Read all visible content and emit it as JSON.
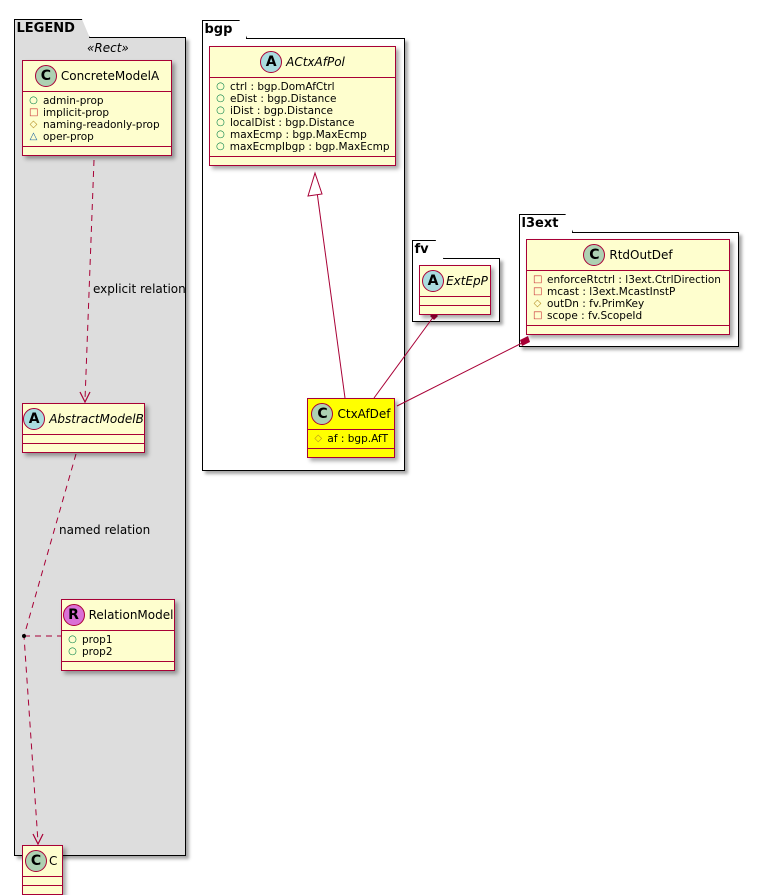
{
  "packages": {
    "legend": {
      "name": "LEGEND",
      "stereotype": "«Rect»"
    },
    "bgp": {
      "name": "bgp"
    },
    "fv": {
      "name": "fv"
    },
    "l3ext": {
      "name": "l3ext"
    }
  },
  "classes": {
    "concrete_model_a": {
      "badge": "C",
      "name": "ConcreteModelA",
      "attributes": [
        {
          "visibility": "public",
          "symbol": "○",
          "text": "admin-prop"
        },
        {
          "visibility": "private",
          "symbol": "□",
          "text": "implicit-prop"
        },
        {
          "visibility": "protected",
          "symbol": "◇",
          "text": "naming-readonly-prop"
        },
        {
          "visibility": "package",
          "symbol": "△",
          "text": "oper-prop"
        }
      ]
    },
    "abstract_model_b": {
      "badge": "A",
      "name": "AbstractModelB"
    },
    "relation_model": {
      "badge": "R",
      "name": "RelationModel",
      "attributes": [
        {
          "visibility": "public",
          "symbol": "○",
          "text": "prop1"
        },
        {
          "visibility": "public",
          "symbol": "○",
          "text": "prop2"
        }
      ]
    },
    "c": {
      "badge": "C",
      "name": "C"
    },
    "actx_af_pol": {
      "badge": "A",
      "name": "ACtxAfPol",
      "attributes": [
        {
          "visibility": "public",
          "symbol": "○",
          "text": "ctrl : bgp.DomAfCtrl"
        },
        {
          "visibility": "public",
          "symbol": "○",
          "text": "eDist : bgp.Distance"
        },
        {
          "visibility": "public",
          "symbol": "○",
          "text": "iDist : bgp.Distance"
        },
        {
          "visibility": "public",
          "symbol": "○",
          "text": "localDist : bgp.Distance"
        },
        {
          "visibility": "public",
          "symbol": "○",
          "text": "maxEcmp : bgp.MaxEcmp"
        },
        {
          "visibility": "public",
          "symbol": "○",
          "text": "maxEcmpIbgp : bgp.MaxEcmp"
        }
      ]
    },
    "ctx_af_def": {
      "badge": "C",
      "name": "CtxAfDef",
      "attributes": [
        {
          "visibility": "protected",
          "symbol": "◇",
          "text": "af : bgp.AfT"
        }
      ]
    },
    "ext_ep_p": {
      "badge": "A",
      "name": "ExtEpP"
    },
    "rtd_out_def": {
      "badge": "C",
      "name": "RtdOutDef",
      "attributes": [
        {
          "visibility": "private",
          "symbol": "□",
          "text": "enforceRtctrl : l3ext.CtrlDirection"
        },
        {
          "visibility": "private",
          "symbol": "□",
          "text": "mcast : l3ext.McastInstP"
        },
        {
          "visibility": "protected",
          "symbol": "◇",
          "text": "outDn : fv.PrimKey"
        },
        {
          "visibility": "private",
          "symbol": "□",
          "text": "scope : fv.ScopeId"
        }
      ]
    }
  },
  "relations": {
    "explicit": {
      "label": "explicit relation",
      "from": "ConcreteModelA",
      "to": "AbstractModelB",
      "type": "dependency"
    },
    "named": {
      "label": "named relation",
      "from": "AbstractModelB",
      "to": "C",
      "type": "dependency",
      "association_class": "RelationModel"
    },
    "inheritance": {
      "from": "CtxAfDef",
      "to": "ACtxAfPol",
      "type": "generalization"
    },
    "comp_fv": {
      "from": "ExtEpP",
      "to": "CtxAfDef",
      "type": "composition"
    },
    "comp_l3ext": {
      "from": "RtdOutDef",
      "to": "CtxAfDef",
      "type": "composition"
    }
  },
  "colors": {
    "class_fill": "#FEFECE",
    "class_border": "#A80036",
    "highlight_fill": "#FFFF00",
    "legend_fill": "#DDDDDD",
    "edge": "#A80036"
  }
}
